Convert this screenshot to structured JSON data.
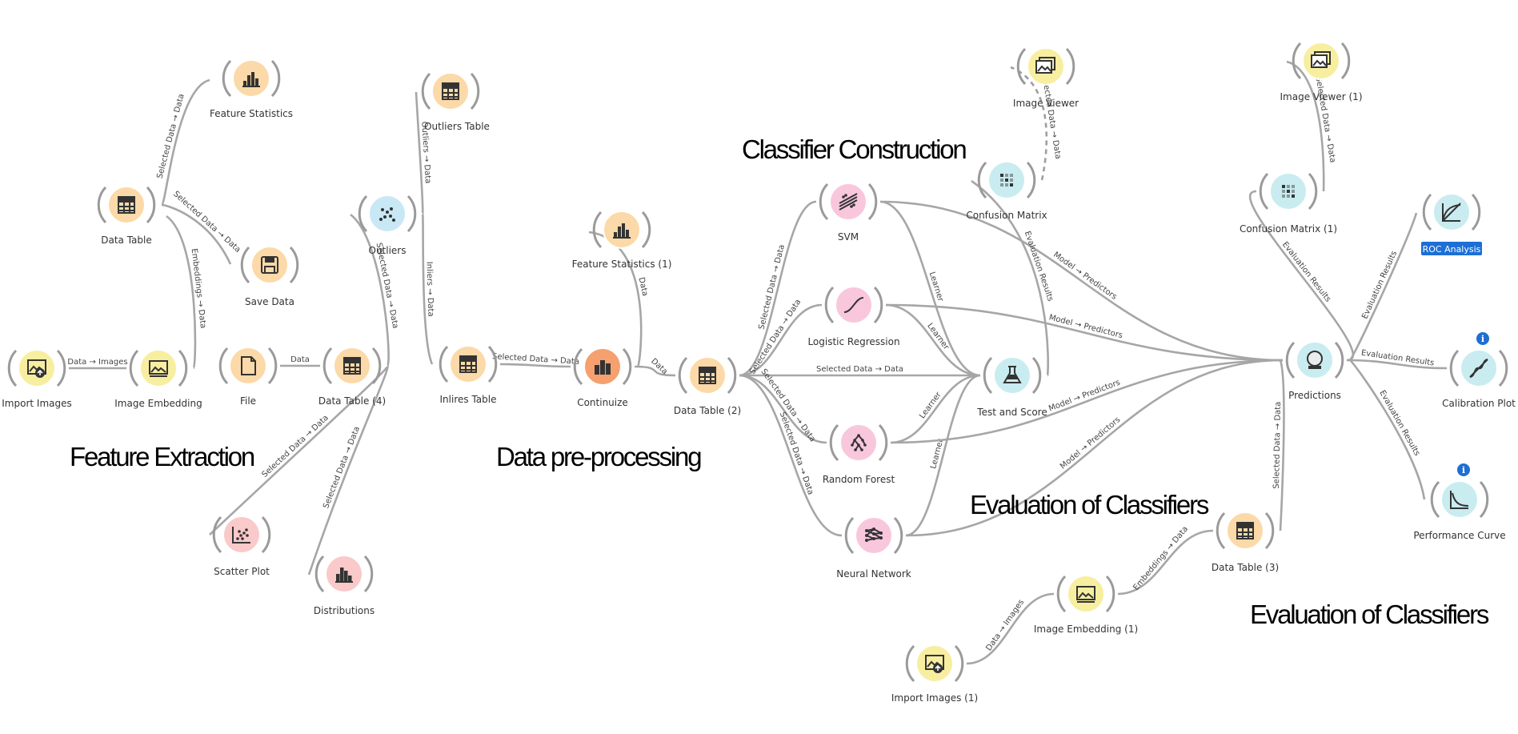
{
  "sections": [
    {
      "id": "feature-extraction",
      "text": "Feature Extraction"
    },
    {
      "id": "data-preprocessing",
      "text": "Data pre-processing"
    },
    {
      "id": "classifier-construction",
      "text": "Classifier Construction"
    },
    {
      "id": "evaluation-1",
      "text": "Evaluation of Classifiers"
    },
    {
      "id": "evaluation-2",
      "text": "Evaluation of Classifiers"
    }
  ],
  "nodes": [
    {
      "id": "import-images",
      "label": "Import Images",
      "icon": "import-images-icon",
      "color": "#f7eea0"
    },
    {
      "id": "image-embedding",
      "label": "Image Embedding",
      "icon": "image-embedding-icon",
      "color": "#f7eea0"
    },
    {
      "id": "data-table",
      "label": "Data Table",
      "icon": "table-icon",
      "color": "#fcd9a8"
    },
    {
      "id": "feature-statistics",
      "label": "Feature Statistics",
      "icon": "feature-statistics-icon",
      "color": "#fcd9a8"
    },
    {
      "id": "save-data",
      "label": "Save Data",
      "icon": "save-icon",
      "color": "#fcd9a8"
    },
    {
      "id": "file",
      "label": "File",
      "icon": "file-icon",
      "color": "#fcd9a8"
    },
    {
      "id": "data-table-4",
      "label": "Data Table (4)",
      "icon": "table-icon",
      "color": "#fcd9a8"
    },
    {
      "id": "outliers",
      "label": "Outliers",
      "icon": "outliers-icon",
      "color": "#c9e8f5"
    },
    {
      "id": "outliers-table",
      "label": "Outliers Table",
      "icon": "table-icon",
      "color": "#fcd9a8"
    },
    {
      "id": "scatter-plot",
      "label": "Scatter Plot",
      "icon": "scatter-plot-icon",
      "color": "#fac9c9"
    },
    {
      "id": "distributions",
      "label": "Distributions",
      "icon": "distributions-icon",
      "color": "#fac9c9"
    },
    {
      "id": "inlires-table",
      "label": "Inlires Table",
      "icon": "table-icon",
      "color": "#fcd9a8"
    },
    {
      "id": "continuize",
      "label": "Continuize",
      "icon": "continuize-icon",
      "color": "#f5a06e"
    },
    {
      "id": "feature-statistics-1",
      "label": "Feature Statistics (1)",
      "icon": "feature-statistics-icon",
      "color": "#fcd9a8"
    },
    {
      "id": "data-table-2",
      "label": "Data Table (2)",
      "icon": "table-icon",
      "color": "#fcd9a8"
    },
    {
      "id": "svm",
      "label": "SVM",
      "icon": "svm-icon",
      "color": "#f9c7dc"
    },
    {
      "id": "logistic-regression",
      "label": "Logistic Regression",
      "icon": "logistic-regression-icon",
      "color": "#f9c7dc"
    },
    {
      "id": "random-forest",
      "label": "Random Forest",
      "icon": "random-forest-icon",
      "color": "#f9c7dc"
    },
    {
      "id": "neural-network",
      "label": "Neural Network",
      "icon": "neural-network-icon",
      "color": "#f9c7dc"
    },
    {
      "id": "image-viewer",
      "label": "Image Viewer",
      "icon": "image-viewer-icon",
      "color": "#f7eea0"
    },
    {
      "id": "confusion-matrix",
      "label": "Confusion Matrix",
      "icon": "confusion-matrix-icon",
      "color": "#c9ecf0"
    },
    {
      "id": "test-and-score",
      "label": "Test and Score",
      "icon": "test-and-score-icon",
      "color": "#c9ecf0"
    },
    {
      "id": "image-viewer-1",
      "label": "Image Viewer (1)",
      "icon": "image-viewer-icon",
      "color": "#f7eea0"
    },
    {
      "id": "confusion-matrix-1",
      "label": "Confusion Matrix (1)",
      "icon": "confusion-matrix-icon",
      "color": "#c9ecf0"
    },
    {
      "id": "predictions",
      "label": "Predictions",
      "icon": "predictions-icon",
      "color": "#c9ecf0"
    },
    {
      "id": "roc-analysis",
      "label": "ROC Analysis",
      "icon": "roc-analysis-icon",
      "color": "#c9ecf0",
      "selected": true
    },
    {
      "id": "calibration-plot",
      "label": "Calibration Plot",
      "icon": "calibration-plot-icon",
      "color": "#c9ecf0",
      "info": true
    },
    {
      "id": "performance-curve",
      "label": "Performance Curve",
      "icon": "performance-curve-icon",
      "color": "#c9ecf0",
      "info": true
    },
    {
      "id": "data-table-3",
      "label": "Data Table (3)",
      "icon": "table-icon",
      "color": "#fcd9a8"
    },
    {
      "id": "image-embedding-1",
      "label": "Image Embedding (1)",
      "icon": "image-embedding-icon",
      "color": "#f7eea0"
    },
    {
      "id": "import-images-1",
      "label": "Import Images (1)",
      "icon": "import-images-icon",
      "color": "#f7eea0"
    }
  ],
  "links": [
    {
      "from": "import-images",
      "to": "image-embedding",
      "label": "Data → Images"
    },
    {
      "from": "image-embedding",
      "to": "data-table",
      "label": "Embeddings → Data"
    },
    {
      "from": "data-table",
      "to": "feature-statistics",
      "label": "Selected Data → Data"
    },
    {
      "from": "data-table",
      "to": "save-data",
      "label": "Selected Data → Data"
    },
    {
      "from": "file",
      "to": "data-table-4",
      "label": "Data"
    },
    {
      "from": "data-table-4",
      "to": "outliers",
      "label": "Selected Data → Data"
    },
    {
      "from": "data-table-4",
      "to": "scatter-plot",
      "label": "Selected Data → Data"
    },
    {
      "from": "data-table-4",
      "to": "distributions",
      "label": "Selected Data → Data"
    },
    {
      "from": "outliers",
      "to": "outliers-table",
      "label": "Outliers → Data"
    },
    {
      "from": "outliers",
      "to": "inlires-table",
      "label": "Inliers → Data"
    },
    {
      "from": "inlires-table",
      "to": "continuize",
      "label": "Selected Data → Data"
    },
    {
      "from": "continuize",
      "to": "feature-statistics-1",
      "label": "Data"
    },
    {
      "from": "continuize",
      "to": "data-table-2",
      "label": "Data"
    },
    {
      "from": "data-table-2",
      "to": "svm",
      "label": "Selected Data → Data"
    },
    {
      "from": "data-table-2",
      "to": "logistic-regression",
      "label": "Selected Data → Data"
    },
    {
      "from": "data-table-2",
      "to": "test-and-score",
      "label": "Selected Data → Data"
    },
    {
      "from": "data-table-2",
      "to": "random-forest",
      "label": "Selected Data → Data"
    },
    {
      "from": "data-table-2",
      "to": "neural-network",
      "label": "Selected Data → Data"
    },
    {
      "from": "svm",
      "to": "test-and-score",
      "label": "Learner"
    },
    {
      "from": "logistic-regression",
      "to": "test-and-score",
      "label": "Learner"
    },
    {
      "from": "random-forest",
      "to": "test-and-score",
      "label": "Learner"
    },
    {
      "from": "neural-network",
      "to": "test-and-score",
      "label": "Learner"
    },
    {
      "from": "svm",
      "to": "predictions",
      "label": "Model → Predictors"
    },
    {
      "from": "logistic-regression",
      "to": "predictions",
      "label": "Model → Predictors"
    },
    {
      "from": "random-forest",
      "to": "predictions",
      "label": "Model → Predictors"
    },
    {
      "from": "neural-network",
      "to": "predictions",
      "label": "Model → Predictors"
    },
    {
      "from": "test-and-score",
      "to": "confusion-matrix",
      "label": "Evaluation Results"
    },
    {
      "from": "confusion-matrix",
      "to": "image-viewer",
      "label": "Selected Data → Data",
      "dashed": true
    },
    {
      "from": "predictions",
      "to": "confusion-matrix-1",
      "label": "Evaluation Results"
    },
    {
      "from": "confusion-matrix-1",
      "to": "image-viewer-1",
      "label": "Selected Data → Data"
    },
    {
      "from": "predictions",
      "to": "roc-analysis",
      "label": "Evaluation Results"
    },
    {
      "from": "predictions",
      "to": "calibration-plot",
      "label": "Evaluation Results"
    },
    {
      "from": "predictions",
      "to": "performance-curve",
      "label": "Evaluation Results"
    },
    {
      "from": "data-table-3",
      "to": "predictions",
      "label": "Selected Data → Data"
    },
    {
      "from": "image-embedding-1",
      "to": "data-table-3",
      "label": "Embeddings → Data"
    },
    {
      "from": "import-images-1",
      "to": "image-embedding-1",
      "label": "Data → Images"
    }
  ]
}
